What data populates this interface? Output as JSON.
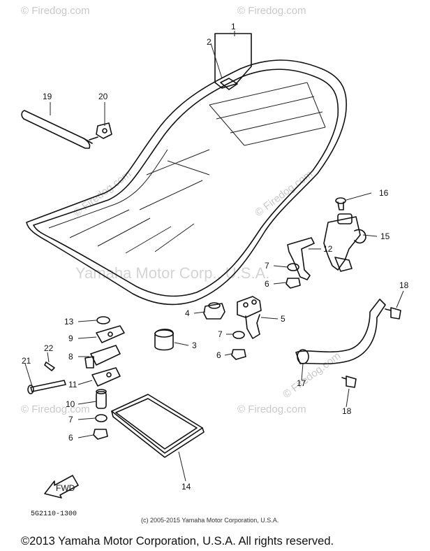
{
  "watermarks": {
    "firedog": "© Firedog.com",
    "main": "Yamaha Motor Corp., U.S.A."
  },
  "diagram_code": "5G2110-1300",
  "copyright_small": "(c) 2005-2015 Yamaha Motor Corporation, U.S.A.",
  "copyright_footer": "©2013 Yamaha Motor Corporation, U.S.A. All rights reserved.",
  "front_arrow_label": "FWD",
  "callouts": [
    "1",
    "2",
    "3",
    "4",
    "5",
    "6",
    "7",
    "8",
    "9",
    "10",
    "11",
    "12",
    "13",
    "14",
    "15",
    "16",
    "17",
    "18",
    "19",
    "20",
    "21",
    "22"
  ],
  "callouts_repeat": [
    "6",
    "7",
    "18",
    "6",
    "7"
  ]
}
